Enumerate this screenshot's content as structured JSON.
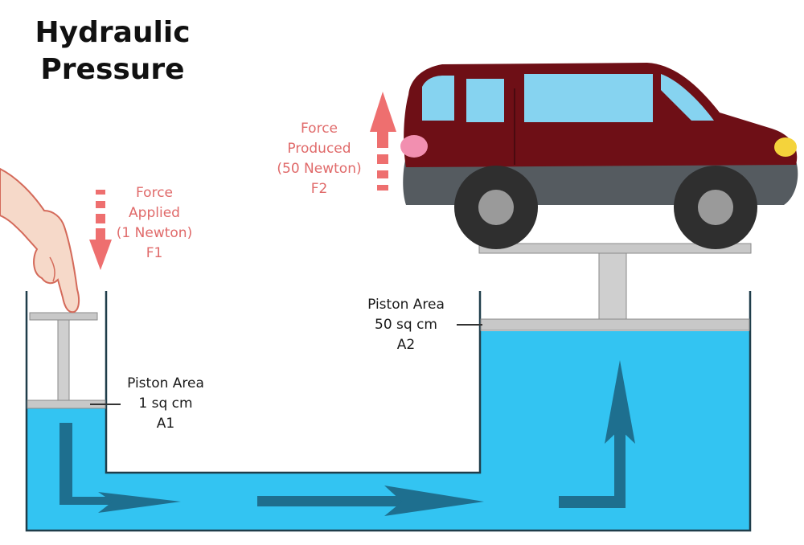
{
  "title": {
    "line1": "Hydraulic",
    "line2": "Pressure"
  },
  "force_applied": {
    "line1": "Force",
    "line2": "Applied",
    "line3": "(1 Newton)",
    "line4": "F1"
  },
  "force_produced": {
    "line1": "Force",
    "line2": "Produced",
    "line3": "(50 Newton)",
    "line4": "F2"
  },
  "small_piston": {
    "line1": "Piston Area",
    "line2": "1 sq cm",
    "line3": "A1"
  },
  "large_piston": {
    "line1": "Piston Area",
    "line2": "50 sq cm",
    "line3": "A2"
  },
  "colors": {
    "fluid": "#33c4f2",
    "fluid_arrow": "#1e6f8f",
    "force_arrow": "#ee6f6f",
    "car_body": "#6e0f16",
    "car_lower": "#555b60",
    "window": "#86d3f0",
    "piston": "#c8c8c8",
    "container": "#1f3d4a"
  }
}
